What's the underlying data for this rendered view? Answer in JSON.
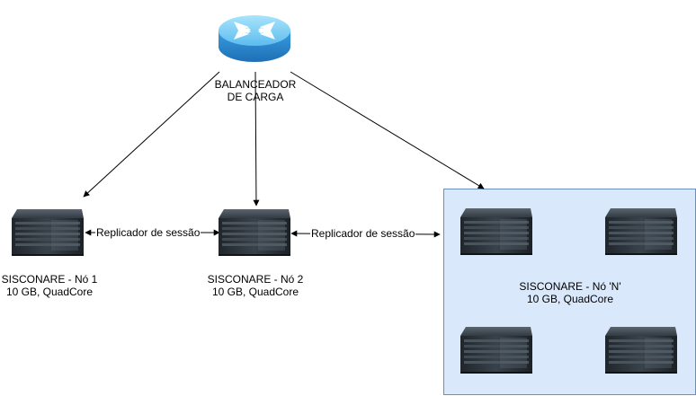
{
  "diagram": {
    "load_balancer": {
      "icon": "router-icon",
      "label_line1": "BALANCEADOR",
      "label_line2": "DE CARGA"
    },
    "nodes": [
      {
        "icon": "server-icon",
        "name": "SISCONARE - Nó 1",
        "specs": "10 GB, QuadCore"
      },
      {
        "icon": "server-icon",
        "name": "SISCONARE - Nó 2",
        "specs": "10 GB, QuadCore"
      }
    ],
    "cluster": {
      "icon": "server-icon",
      "name": "SISCONARE - Nó 'N'",
      "specs": "10 GB, QuadCore",
      "fill": "#dae8fc",
      "stroke": "#6c8ebf"
    },
    "edges": {
      "replication_1_2": "Replicador de sessão",
      "replication_2_n": "Replicador de sessão"
    },
    "colors": {
      "router_top": "#7fd1f7",
      "router_body": "#2f8fd6",
      "server_body": "#2b3137",
      "line": "#000000"
    }
  }
}
